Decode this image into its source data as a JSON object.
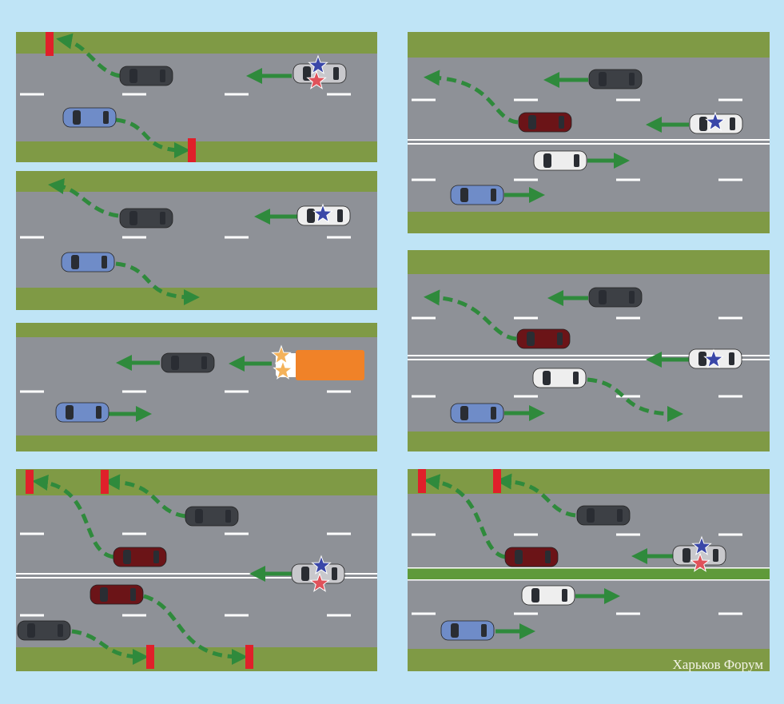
{
  "watermark": "Харьков Форум",
  "colors": {
    "background": "#bfe4f6",
    "road": "#8e9197",
    "grass": "#7f9a45",
    "arrow": "#2f8a3c",
    "stop_marker": "#e0202a",
    "car_dark": "#3d4045",
    "car_red": "#6b1418",
    "car_blue": "#6f8cc8",
    "car_white": "#eeeeee",
    "truck": "#f08228",
    "star_blue": "#3a47a8",
    "star_red": "#e0525a",
    "star_orange": "#f4b25a"
  },
  "panels": [
    {
      "id": "scenario-1"
    },
    {
      "id": "scenario-2"
    },
    {
      "id": "scenario-3"
    },
    {
      "id": "scenario-4"
    },
    {
      "id": "scenario-5"
    },
    {
      "id": "scenario-6"
    },
    {
      "id": "scenario-7"
    }
  ]
}
